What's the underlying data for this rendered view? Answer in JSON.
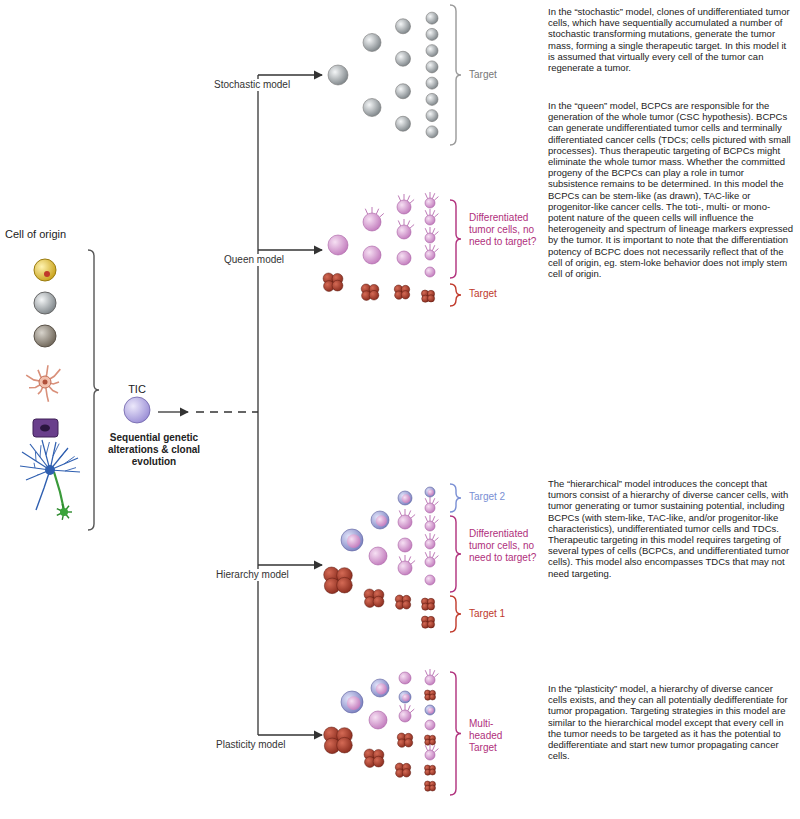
{
  "diagram": {
    "nodes": [
      {
        "text": [
          "TIC"
        ]
      }
    ],
    "labels": [
      "Cell of origin",
      "Stochastic model",
      "Target",
      "In the “stochastic” model, clones of undifferentiated tumor cells, which have sequentially accumulated a number of stochastic transforming mutations, generate the tumor mass, forming a single therapeutic target. In this model it is assumed that virtually every cell of the tumor can regenerate a tumor.",
      "Queen model",
      "Differentiated tumor cells, no need to target?",
      "Target",
      "In the “queen” model, BCPCs are responsible for the generation of the whole tumor (CSC hypothesis). BCPCs can generate undifferentiated tumor cells and terminally differentiated cancer cells (TDCs; cells pictured with small processes). Thus therapeutic targeting of BCPCs might eliminate the whole tumor mass. Whether the committed progeny of the BCPCs can play a role in tumor subsistence remains to be determined. In this model the BCPCs can be stem-like (as drawn), TAC-like or progenitor-like cancer cells. The toti-, multi- or mono-potent nature of the queen cells will influence the heterogeneity and spectrum of lineage markers expressed by the tumor. It is important to note that the differentiation potency of BCPC does not necessarily reflect that of the cell of origin, eg. stem-loke behavior does not imply stem cell of origin.",
      "Sequential genetic alterations & clonal evolution",
      "Hierarchy model",
      "Target 2",
      "Differentiated tumor cells, no need to target?",
      "Target 1",
      "The “hierarchical” model introduces the concept that tumors consist of a hierarchy of diverse cancer cells, with tumor generating or tumor sustaining potential, including BCPCs (with stem-like, TAC-like, and/or progenitor-like characteristics), undifferentiated tumor cells and TDCs. Therapeutic targeting in this model requires targeting of several types of cells (BCPCs, and undifferentiated tumor cells). This model also encompasses TDCs that may not need targeting.",
      "Plasticity model",
      "Multi-headed Target",
      "In the “plasticity” model, a hierarchy of diverse cancer cells exists, and they can all potentially dedifferentiate for tumor propagation. Targeting strategies in this model are similar to the hierarchical model except that every cell in the tumor needs to be targeted as it has the potential to dedifferentiate and start new tumor propagating cancer cells."
    ]
  }
}
